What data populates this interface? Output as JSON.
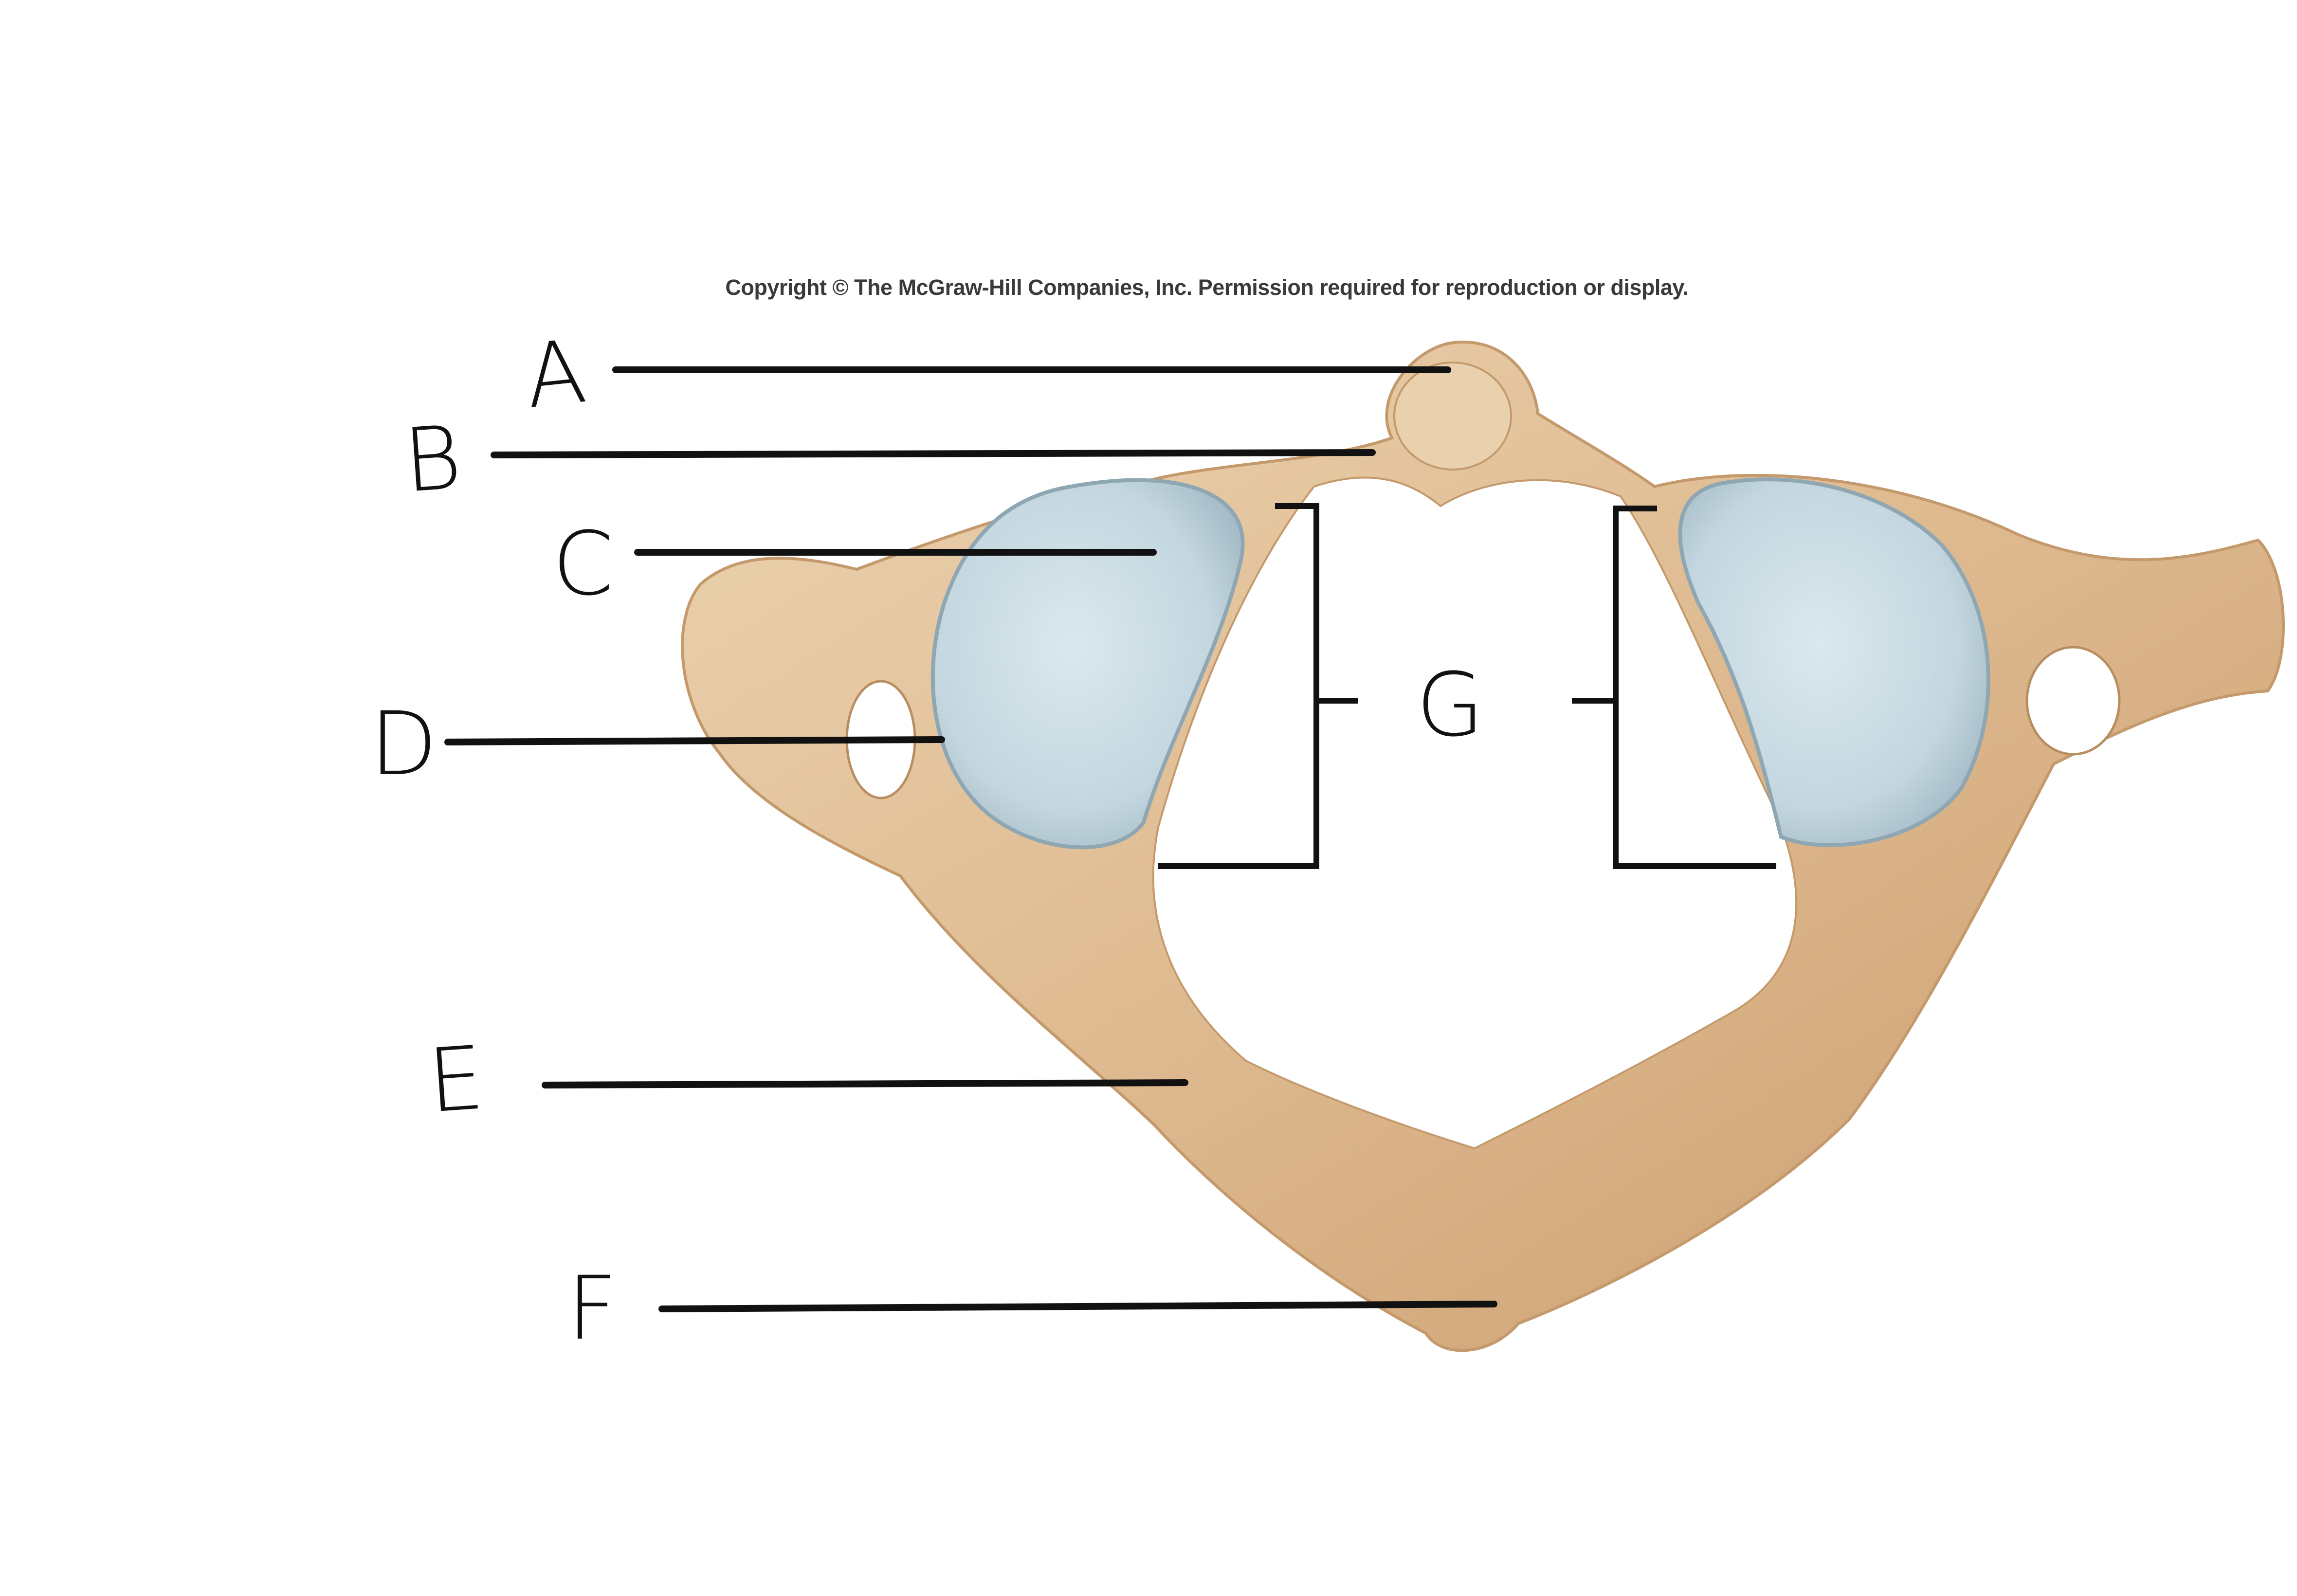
{
  "copyright": "Copyright © The McGraw-Hill Companies, Inc. Permission required for reproduction or display.",
  "labels": {
    "a": "A",
    "b": "B",
    "c": "C",
    "d": "D",
    "e": "E",
    "f": "F",
    "g": "G"
  },
  "colors": {
    "bone": "#e2c6a2",
    "bone_shadow": "#c79d70",
    "cartilage": "#c9dbe3",
    "cartilage_edge": "#8fa7b3",
    "leader": "#111111"
  }
}
